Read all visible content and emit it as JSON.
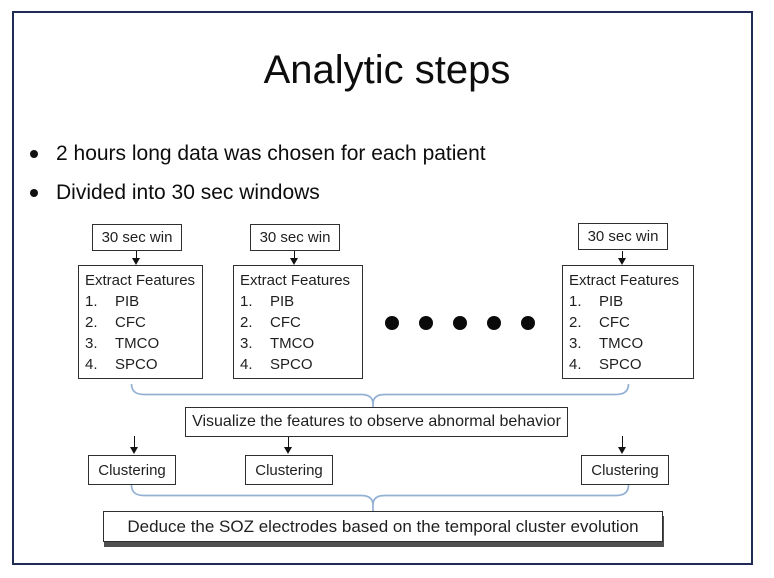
{
  "slide": {
    "title": "Analytic steps",
    "bullets": [
      "2 hours long data was chosen for each patient",
      "Divided into 30 sec windows"
    ]
  },
  "diagram": {
    "win_label": "30 sec win",
    "extract_title": "Extract Features",
    "feature_nums": [
      "1.",
      "2.",
      "3.",
      "4."
    ],
    "feature_labels": [
      "PIB",
      "CFC",
      "TMCO",
      "SPCO"
    ],
    "ellipsis_dot_count": 5,
    "visualize_label": "Visualize the features to observe abnormal behavior",
    "clustering_label": "Clustering",
    "deduce_label": "Deduce the SOZ electrodes based on the temporal cluster evolution"
  },
  "colors": {
    "slide_border": "#202c57",
    "brace_blue": "#94b1d4",
    "box_border": "#2f2f2f",
    "shadow_gray": "#4f4f4f",
    "text": "#0d0d0d"
  }
}
